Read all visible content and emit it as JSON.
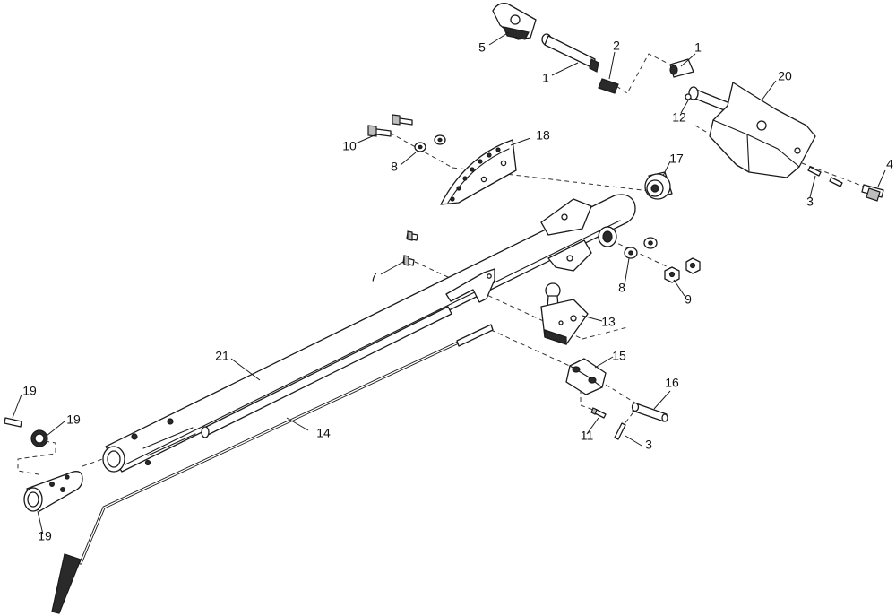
{
  "callouts": [
    {
      "id": "c5",
      "text": "5"
    },
    {
      "id": "c1a",
      "text": "1"
    },
    {
      "id": "c2",
      "text": "2"
    },
    {
      "id": "c1b",
      "text": "1"
    },
    {
      "id": "c20",
      "text": "20"
    },
    {
      "id": "c12",
      "text": "12"
    },
    {
      "id": "c10",
      "text": "10"
    },
    {
      "id": "c18",
      "text": "18"
    },
    {
      "id": "c8a",
      "text": "8"
    },
    {
      "id": "c17",
      "text": "17"
    },
    {
      "id": "c4",
      "text": "4"
    },
    {
      "id": "c3a",
      "text": "3"
    },
    {
      "id": "c7",
      "text": "7"
    },
    {
      "id": "c8b",
      "text": "8"
    },
    {
      "id": "c9",
      "text": "9"
    },
    {
      "id": "c13",
      "text": "13"
    },
    {
      "id": "c21",
      "text": "21"
    },
    {
      "id": "c15",
      "text": "15"
    },
    {
      "id": "c16",
      "text": "16"
    },
    {
      "id": "c19a",
      "text": "19"
    },
    {
      "id": "c19b",
      "text": "19"
    },
    {
      "id": "c14",
      "text": "14"
    },
    {
      "id": "c11",
      "text": "11"
    },
    {
      "id": "c3b",
      "text": "3"
    },
    {
      "id": "c19c",
      "text": "19"
    }
  ]
}
